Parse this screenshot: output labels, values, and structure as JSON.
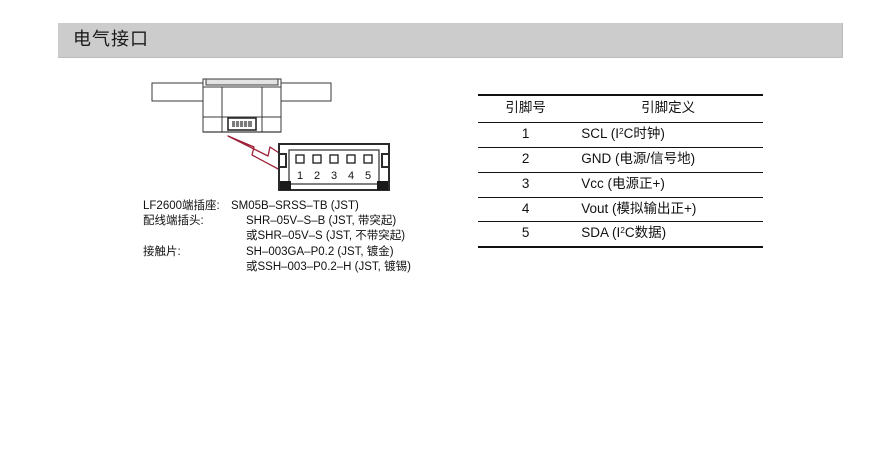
{
  "banner": {
    "title": "电气接口"
  },
  "illustration": {
    "device_label": "sensor-body-drawing",
    "callout_arrow_color": "#9e1f38",
    "connector_pins": [
      "1",
      "2",
      "3",
      "4",
      "5"
    ]
  },
  "connector_spec": {
    "lines": [
      {
        "label": "LF2600端插座:",
        "value": "SM05B–SRSS–TB (JST)"
      },
      {
        "label": "配线端插头:",
        "value": "SHR–05V–S–B (JST, 带突起)"
      },
      {
        "label": "",
        "value": "或SHR–05V–S (JST, 不带突起)"
      },
      {
        "label": "接触片:",
        "value": "SH–003GA–P0.2 (JST, 镀金)"
      },
      {
        "label": "",
        "value": "或SSH–003–P0.2–H (JST, 镀锡)"
      }
    ]
  },
  "pinout_table": {
    "headers": [
      "引脚号",
      "引脚定义"
    ],
    "rows": [
      {
        "pin": "1",
        "def_pre": "SCL (I",
        "def_sup": "2",
        "def_post": "C时钟)"
      },
      {
        "pin": "2",
        "def_pre": "GND (电源/信号地)",
        "def_sup": "",
        "def_post": ""
      },
      {
        "pin": "3",
        "def_pre": "Vcc (电源正+)",
        "def_sup": "",
        "def_post": ""
      },
      {
        "pin": "4",
        "def_pre": "Vout (模拟输出正+)",
        "def_sup": "",
        "def_post": ""
      },
      {
        "pin": "5",
        "def_pre": "SDA (I",
        "def_sup": "2",
        "def_post": "C数据)"
      }
    ]
  },
  "colors": {
    "banner_bg": "#cccccc",
    "ink": "#111111",
    "arrow": "#9e1f38"
  }
}
